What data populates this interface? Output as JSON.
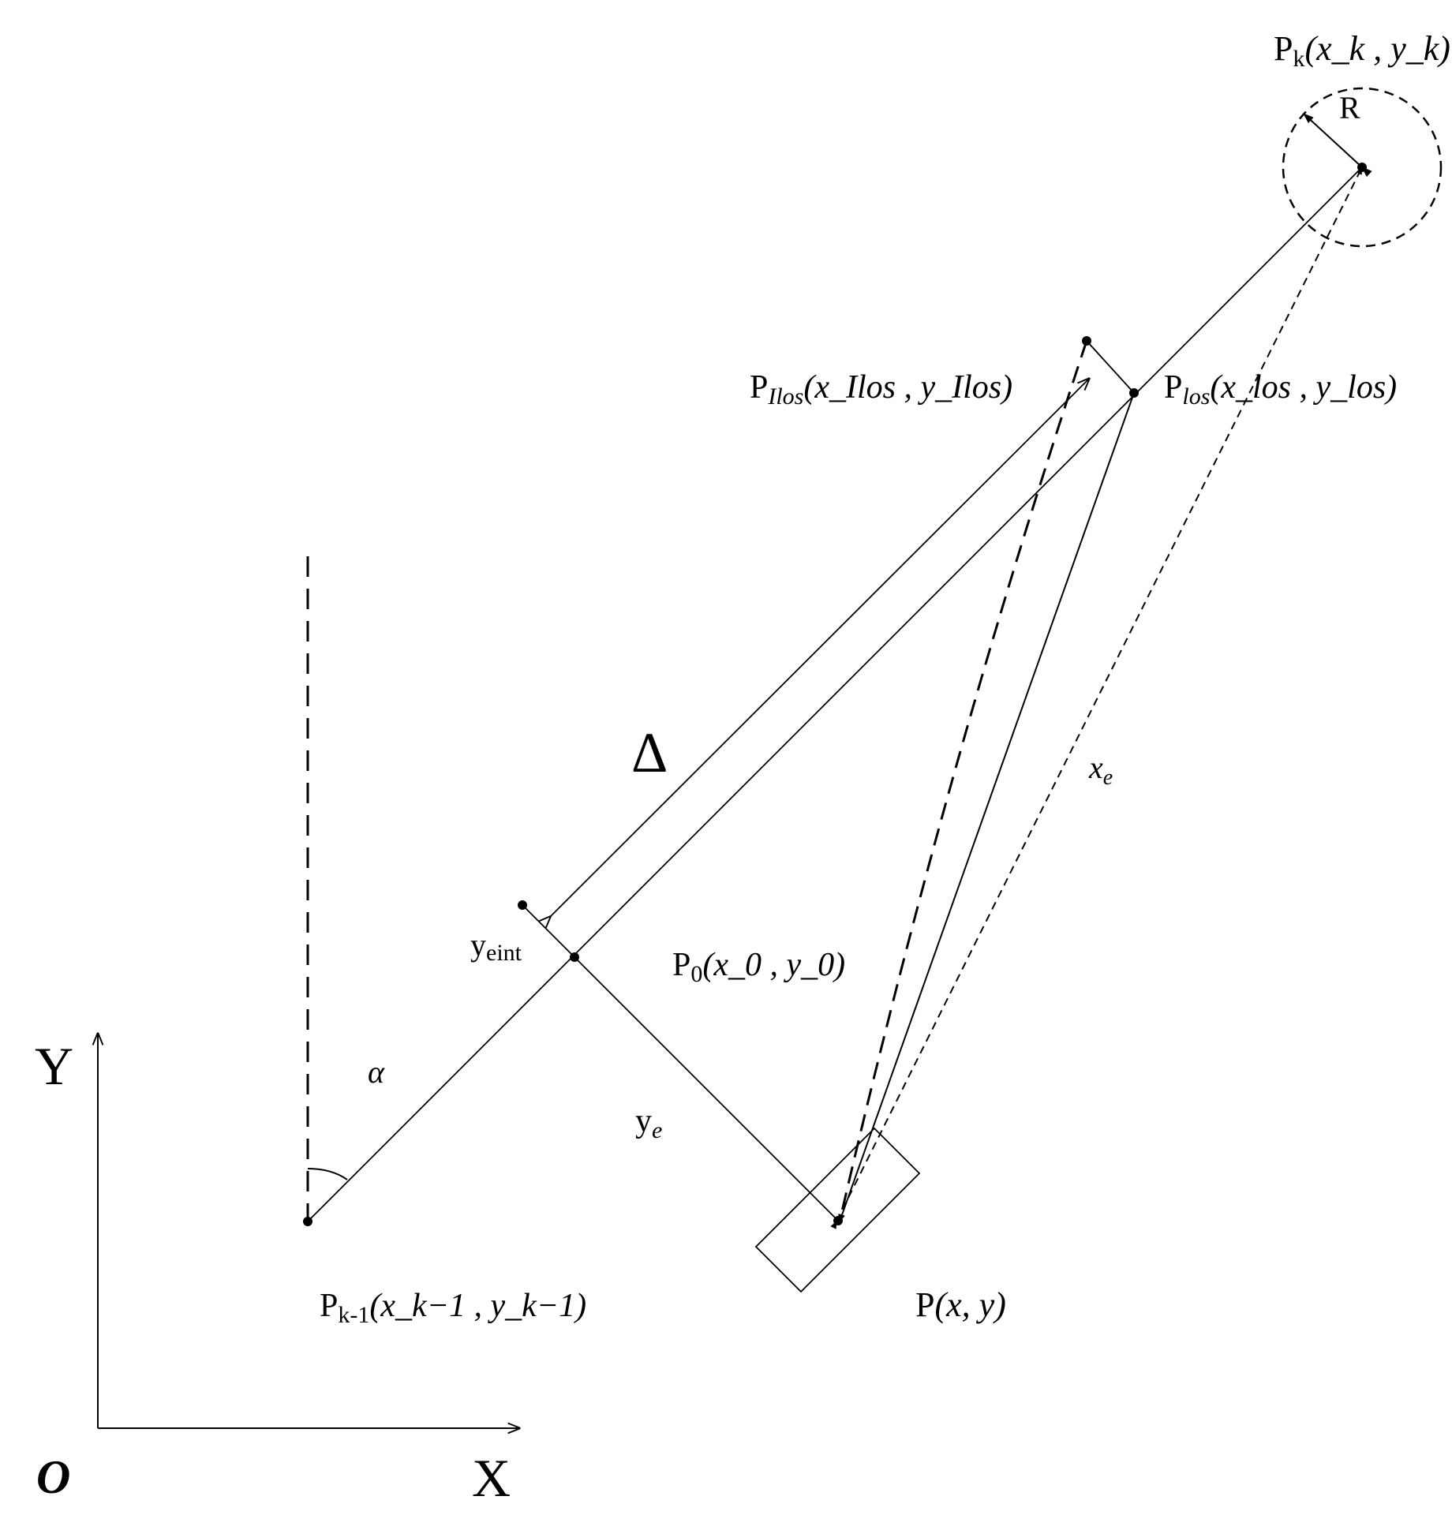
{
  "labels": {
    "pk": {
      "base": "P",
      "sub": "k",
      "args": "(x_k , y_k)"
    },
    "r": "R",
    "pilos": {
      "base": "P",
      "sub": "Ilos",
      "args": "(x_Ilos , y_Ilos)"
    },
    "plos": {
      "base": "P",
      "sub": "los",
      "args": "(x_los , y_los)"
    },
    "delta": "Δ",
    "xe": {
      "base": "x",
      "sub": "e"
    },
    "yeint": {
      "base": "y",
      "sub": "eint"
    },
    "p0": {
      "base": "P",
      "sub": "0",
      "args": "(x_0 , y_0)"
    },
    "alpha": "α",
    "ye": {
      "base": "y",
      "sub": "e"
    },
    "pkm1": {
      "base": "P",
      "sub": "k-1",
      "args": "(x_k−1 , y_k−1)"
    },
    "p": {
      "base": "P",
      "args": "(x, y)"
    },
    "y_axis": "Y",
    "x_axis": "X",
    "origin": "O"
  }
}
